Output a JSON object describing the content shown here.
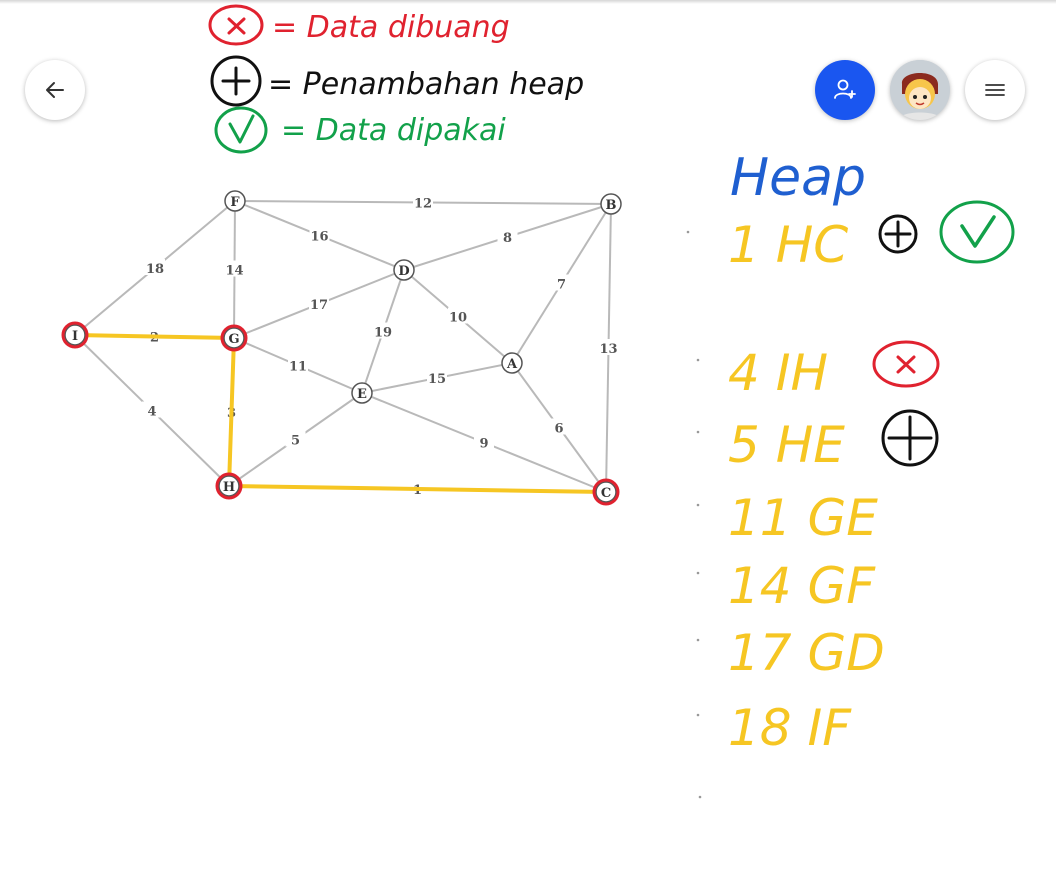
{
  "colors": {
    "red": "#e0222f",
    "black": "#111111",
    "green": "#12a14a",
    "blue": "#1f5fd0",
    "yellow": "#f6c623",
    "edge": "#b9b9b9",
    "node_stroke": "#555555",
    "fab_primary": "#1a56f0"
  },
  "toolbar": {
    "back_icon": "arrow-left-icon",
    "invite_icon": "add-person-icon",
    "menu_icon": "hamburger-menu-icon"
  },
  "legend": {
    "items": [
      {
        "symbol": "x",
        "color": "red",
        "text": "= Data dibuang"
      },
      {
        "symbol": "+",
        "color": "black",
        "text": "= Penambahan heap"
      },
      {
        "symbol": "check",
        "color": "green",
        "text": "= Data dipakai"
      }
    ]
  },
  "graph": {
    "nodes": [
      {
        "id": "F",
        "label": "F"
      },
      {
        "id": "B",
        "label": "B"
      },
      {
        "id": "D",
        "label": "D"
      },
      {
        "id": "I",
        "label": "I"
      },
      {
        "id": "G",
        "label": "G"
      },
      {
        "id": "A",
        "label": "A"
      },
      {
        "id": "E",
        "label": "E"
      },
      {
        "id": "H",
        "label": "H"
      },
      {
        "id": "C",
        "label": "C"
      }
    ],
    "edges": [
      {
        "from": "F",
        "to": "B",
        "weight": "12"
      },
      {
        "from": "F",
        "to": "D",
        "weight": "16"
      },
      {
        "from": "F",
        "to": "I",
        "weight": "18"
      },
      {
        "from": "F",
        "to": "G",
        "weight": "14"
      },
      {
        "from": "D",
        "to": "B",
        "weight": "8"
      },
      {
        "from": "D",
        "to": "G",
        "weight": "17"
      },
      {
        "from": "D",
        "to": "E",
        "weight": "19"
      },
      {
        "from": "D",
        "to": "A",
        "weight": "10"
      },
      {
        "from": "B",
        "to": "A",
        "weight": "7"
      },
      {
        "from": "B",
        "to": "C",
        "weight": "13"
      },
      {
        "from": "I",
        "to": "G",
        "weight": "2"
      },
      {
        "from": "I",
        "to": "H",
        "weight": "4"
      },
      {
        "from": "G",
        "to": "E",
        "weight": "11"
      },
      {
        "from": "G",
        "to": "H",
        "weight": "3"
      },
      {
        "from": "E",
        "to": "A",
        "weight": "15"
      },
      {
        "from": "E",
        "to": "H",
        "weight": "5"
      },
      {
        "from": "E",
        "to": "C",
        "weight": "9"
      },
      {
        "from": "A",
        "to": "C",
        "weight": "6"
      },
      {
        "from": "H",
        "to": "C",
        "weight": "1"
      }
    ],
    "highlighted_edges": [
      {
        "from": "I",
        "to": "G"
      },
      {
        "from": "G",
        "to": "H"
      },
      {
        "from": "H",
        "to": "C"
      }
    ],
    "circled_nodes": [
      "I",
      "G",
      "H",
      "C"
    ]
  },
  "heap": {
    "title": "Heap",
    "entries": [
      {
        "text": "1 HC",
        "marks": [
          "+",
          "check"
        ]
      },
      {
        "text": "4 IH",
        "marks": [
          "x"
        ]
      },
      {
        "text": "5 HE",
        "marks": [
          "+"
        ]
      },
      {
        "text": "11 GE",
        "marks": []
      },
      {
        "text": "14 GF",
        "marks": []
      },
      {
        "text": "17 GD",
        "marks": []
      },
      {
        "text": "18 IF",
        "marks": []
      }
    ]
  }
}
